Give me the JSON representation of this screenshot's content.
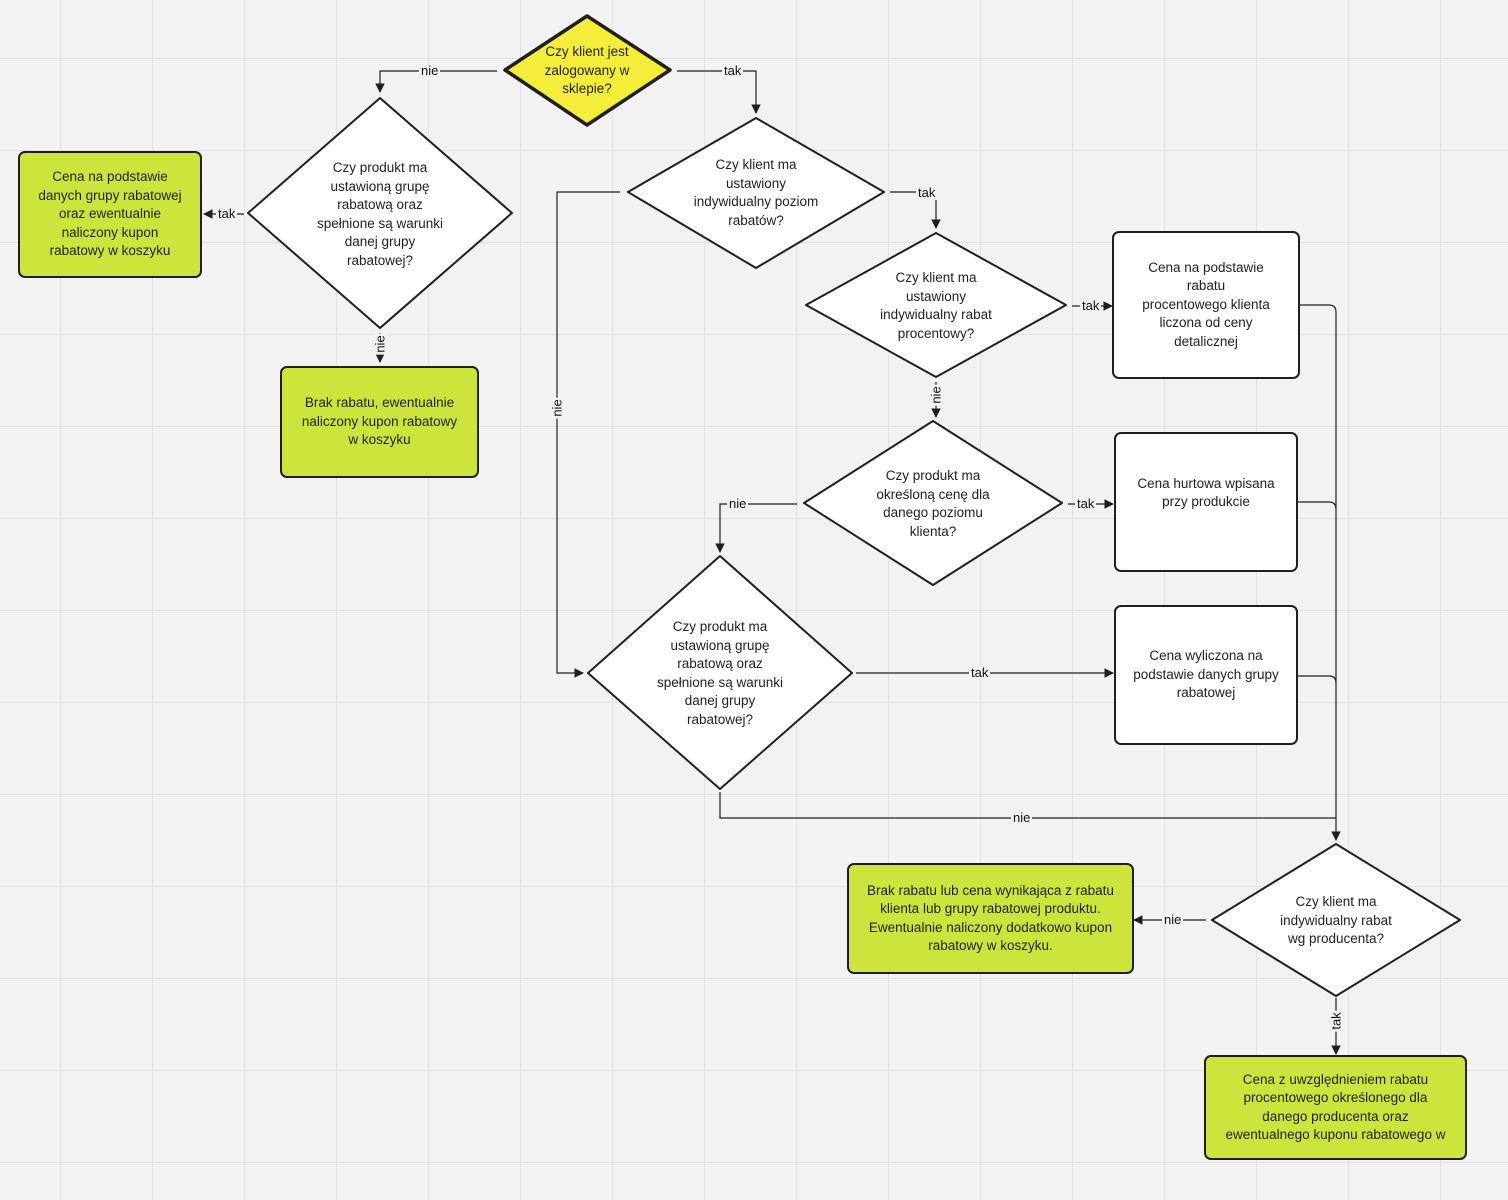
{
  "nodes": {
    "start": "Czy klient jest\nzalogowany w\nsklepie?",
    "d_group_left": "Czy produkt ma\nustawioną grupę\nrabatową oraz\nspełnione są warunki\ndanej grupy\nrabatowej?",
    "r_group_left": "Cena na podstawie\ndanych grupy rabatowej\noraz ewentualnie\nnaliczony kupon\nrabatowy w koszyku",
    "r_no_discount": "Brak rabatu, ewentualnie\nnaliczony kupon rabatowy\nw koszyku",
    "d_individual_level": "Czy klient ma\nustawiony\nindywidualny poziom\nrabatów?",
    "d_individual_percent": "Czy klient ma\nustawiony\nindywidualny rabat\nprocentowy?",
    "r_percent": "Cena na podstawie\nrabatu\nprocentowego klienta\nliczona od ceny\ndetalicznej",
    "d_product_level": "Czy produkt ma\nokreśloną cenę dla\ndanego poziomu\nklienta?",
    "r_wholesale": "Cena hurtowa wpisana\nprzy produkcie",
    "d_group_right": "Czy produkt ma\nustawioną grupę\nrabatową oraz\nspełnione są warunki\ndanej grupy\nrabatowej?",
    "r_group_right": "Cena wyliczona na\npodstawie danych grupy\nrabatowej",
    "d_producer": "Czy klient ma\nindywidualny rabat\nwg producenta?",
    "r_final_no": "Brak rabatu lub cena wynikająca z rabatu\nklienta lub grupy rabatowej produktu.\nEwentualnie naliczony dodatkowo kupon\nrabatowy w koszyku.",
    "r_final_yes": "Cena z uwzględnieniem rabatu\nprocentowego określonego dla\ndanego producenta oraz\newentualnego kuponu rabatowego w"
  },
  "edges": {
    "start_no": "nie",
    "start_yes": "tak",
    "group_left_yes": "tak",
    "group_left_no": "nie",
    "individual_level_yes": "tak",
    "individual_level_no": "nie",
    "individual_percent_yes": "tak",
    "individual_percent_no": "nie",
    "product_level_yes": "tak",
    "product_level_no": "nie",
    "group_right_yes": "tak",
    "group_right_no": "nie",
    "producer_no": "nie",
    "producer_yes": "tak"
  },
  "colors": {
    "start_fill": "#f4ed3a",
    "result_fill": "#cde43c",
    "white": "#ffffff",
    "stroke": "#1f1f1f"
  }
}
